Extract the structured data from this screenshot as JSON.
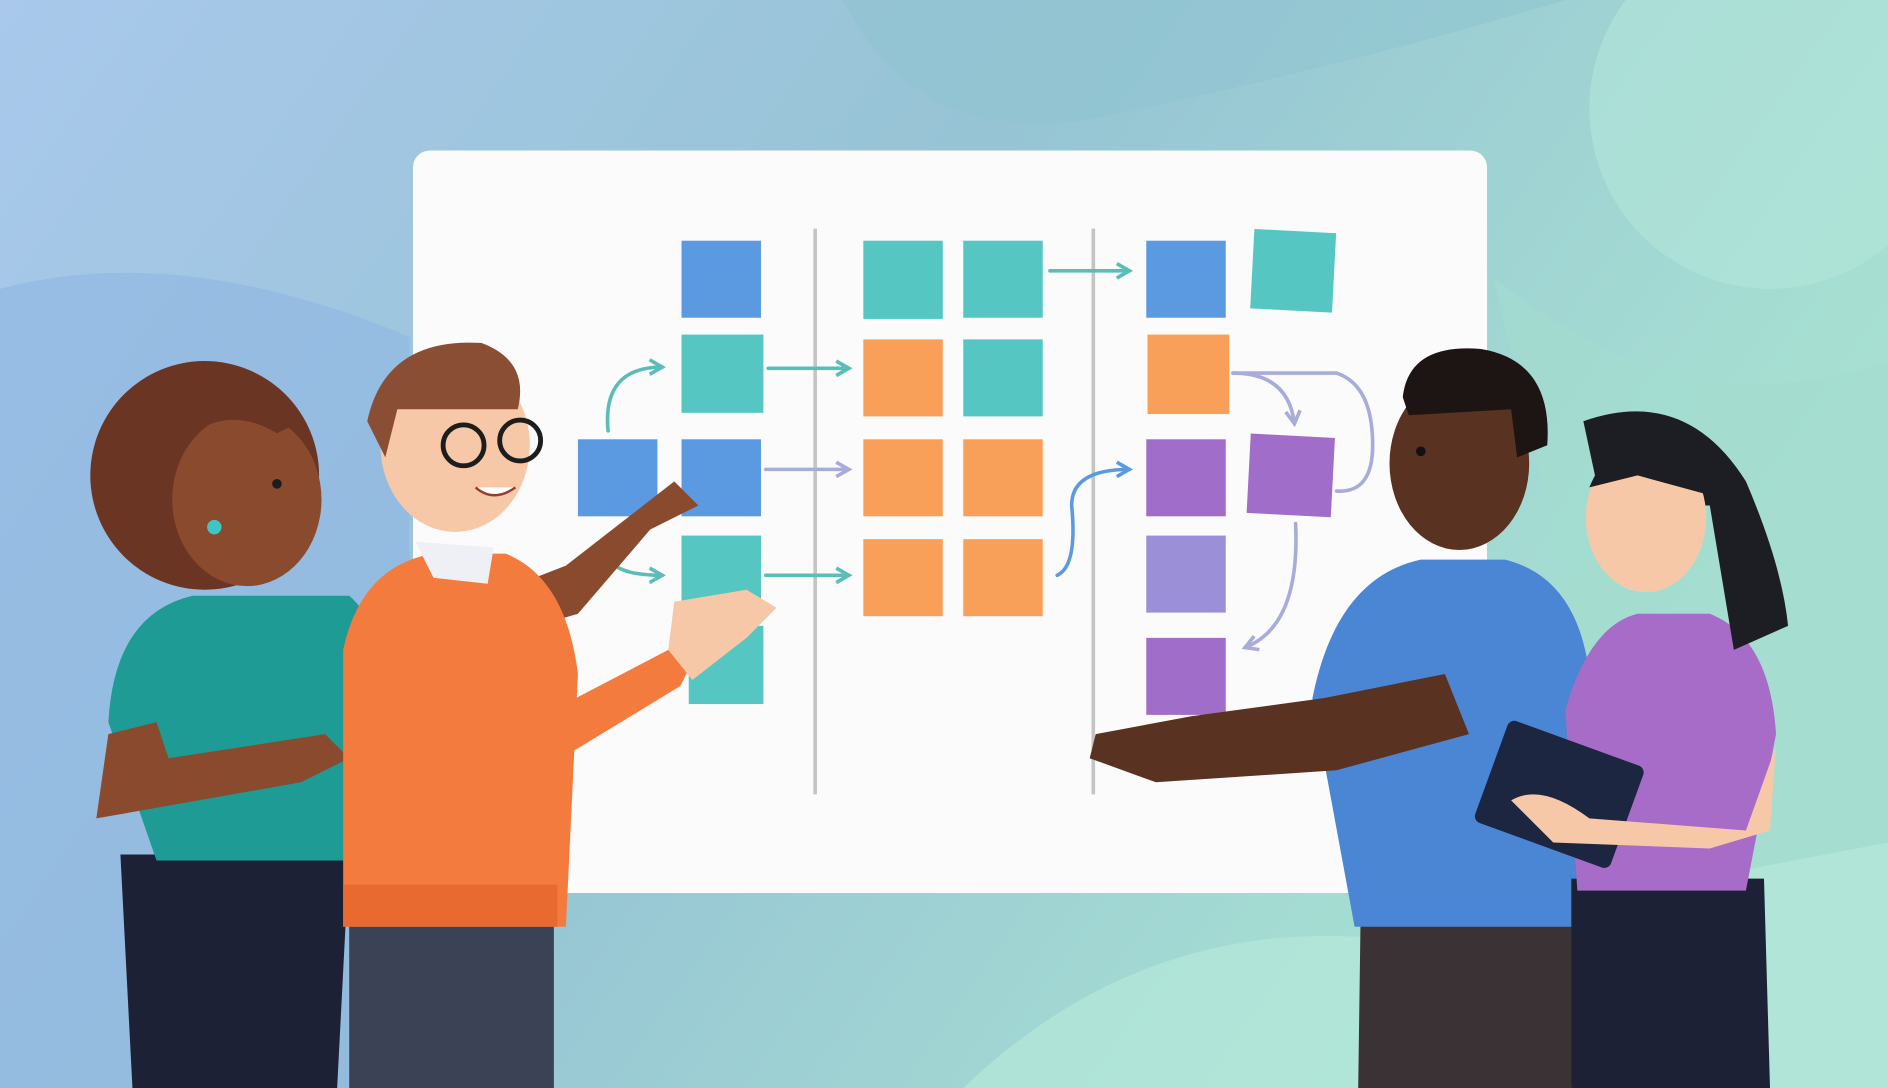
{
  "scene": {
    "description_type": "illustration",
    "colors": {
      "background_left": "#a9c8ec",
      "background_right": "#a8e2d2",
      "board": "#fbfbfb",
      "note_blue": "#5b9ae0",
      "note_teal": "#56c6c2",
      "note_orange": "#f89f5a",
      "note_purple": "#a06ec8",
      "note_lavender": "#9b8fd8",
      "arrow_teal": "#5bbdb8",
      "arrow_lavender": "#a8acd8",
      "arrow_blue": "#5b9ae0"
    },
    "people": [
      {
        "shirt": "teal",
        "color": "#1f9b96"
      },
      {
        "shirt": "orange",
        "color": "#f47b3e"
      },
      {
        "shirt": "blue",
        "color": "#4a86d4"
      },
      {
        "shirt": "purple",
        "color": "#a66cc8"
      }
    ]
  }
}
